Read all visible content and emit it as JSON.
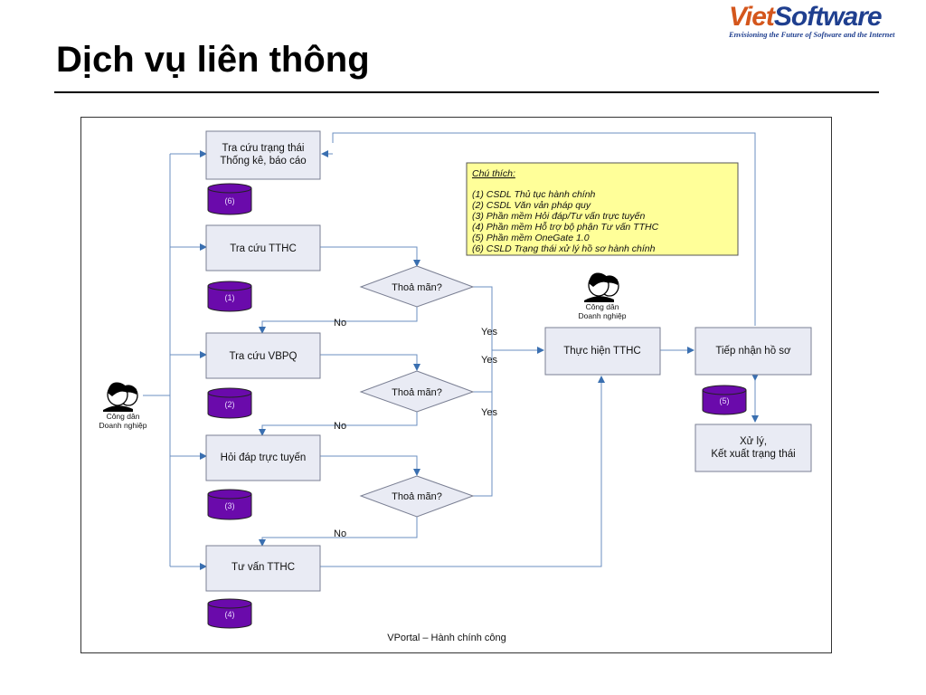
{
  "slide": {
    "title": "Dịch vụ liên thông"
  },
  "logo": {
    "part1": "Viet",
    "part2": "Software",
    "tagline": "Envisioning the Future of Software and the Internet"
  },
  "diagram": {
    "caption": "VPortal – Hành chính công",
    "actor": {
      "line1": "Công dân",
      "line2": "Doanh nghiệp"
    },
    "boxes": {
      "tracuu_trangthai": {
        "line1": "Tra cứu trạng thái",
        "line2": "Thống kê, báo cáo"
      },
      "tracuu_tthc": "Tra cứu TTHC",
      "tracuu_vbpq": "Tra cứu VBPQ",
      "hoidap": "Hỏi đáp trực tuyến",
      "tuvan": "Tư vấn TTHC",
      "thuchien": "Thực hiện TTHC",
      "tiepnhan": "Tiếp nhận hồ sơ",
      "xuly": {
        "line1": "Xử lý,",
        "line2": "Kết xuất trạng thái"
      }
    },
    "decision_label": "Thoả mãn?",
    "yes_label": "Yes",
    "no_label": "No",
    "databases": [
      "(6)",
      "(1)",
      "(2)",
      "(3)",
      "(4)",
      "(5)"
    ],
    "legend": {
      "heading": "Chú thích:",
      "items": [
        "(1) CSDL Thủ tục hành chính",
        "(2) CSDL Văn vản pháp quy",
        "(3) Phần mềm Hỏi đáp/Tư vấn trực tuyến",
        "(4) Phần mềm Hỗ trợ bộ phận Tư vấn TTHC",
        "(5) Phần mềm OneGate 1.0",
        "(6) CSLD Trạng thái xử lý hồ sơ hành chính"
      ]
    },
    "colors": {
      "box_fill": "#e9ebf4",
      "box_stroke": "#7a7f93",
      "line": "#6b8fc0",
      "db_fill": "#6a0aab",
      "legend_fill": "#ffff99"
    }
  }
}
